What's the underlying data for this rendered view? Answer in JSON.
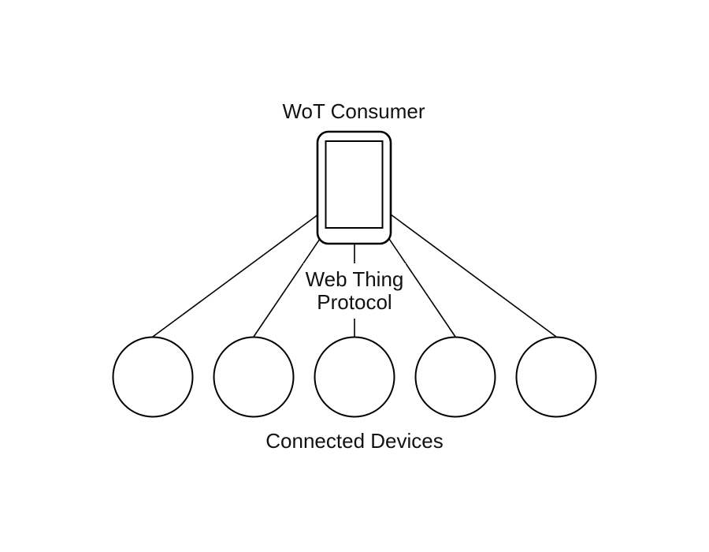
{
  "diagram": {
    "type": "topology-diagram",
    "background_color": "#ffffff",
    "stroke_color": "#000000",
    "text_color": "#111111",
    "consumer": {
      "label": "WoT Consumer",
      "icon": "tablet-device"
    },
    "edge_label": {
      "text": "Web Thing Protocol",
      "lines": [
        "Web Thing",
        "Protocol"
      ]
    },
    "connected_devices": {
      "label": "Connected Devices",
      "count": 5,
      "shape": "circle"
    }
  }
}
